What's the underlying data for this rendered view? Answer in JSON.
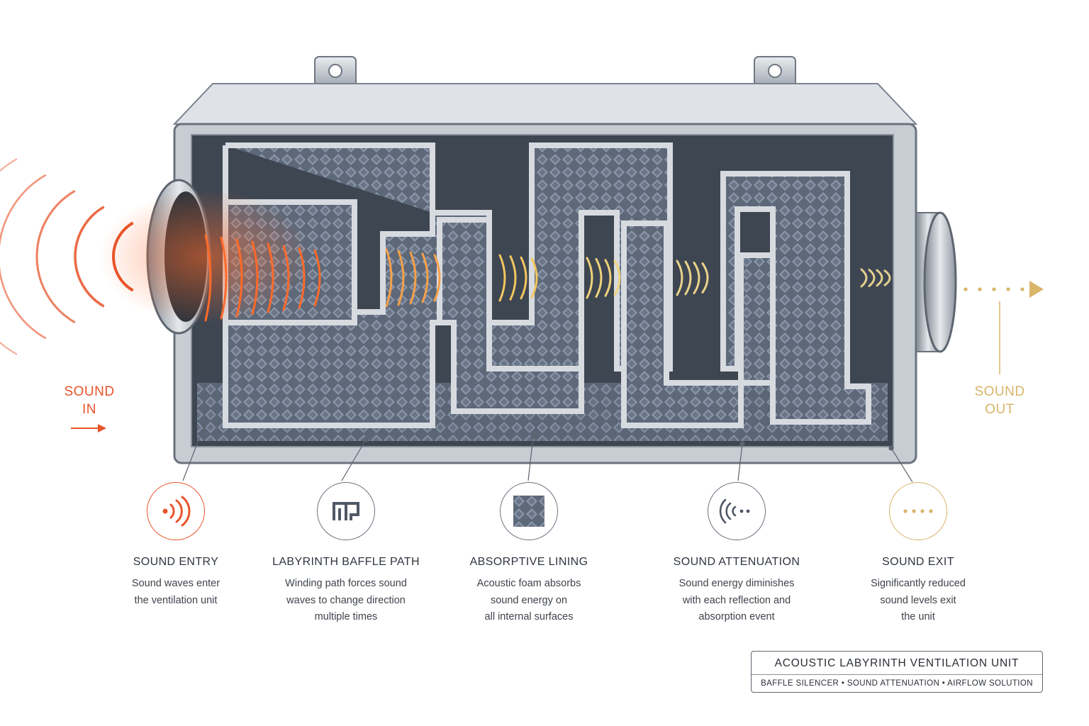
{
  "labels": {
    "sound_in": [
      "SOUND",
      "IN"
    ],
    "sound_out": [
      "SOUND",
      "OUT"
    ]
  },
  "features": [
    {
      "title": "SOUND ENTRY",
      "desc": [
        "Sound waves enter",
        "the ventilation unit"
      ],
      "icon": "sound-waves-icon",
      "color": "#e8552b"
    },
    {
      "title": "LABYRINTH BAFFLE PATH",
      "desc": [
        "Winding path forces sound",
        "waves to change direction",
        "multiple times"
      ],
      "icon": "baffle-path-icon",
      "color": "#4f5866"
    },
    {
      "title": "ABSORPTIVE LINING",
      "desc": [
        "Acoustic foam absorbs",
        "sound energy on",
        "all internal surfaces"
      ],
      "icon": "foam-pattern-icon",
      "color": "#4f5866"
    },
    {
      "title": "SOUND ATTENUATION",
      "desc": [
        "Sound energy diminishes",
        "with each reflection and",
        "absorption event"
      ],
      "icon": "attenuating-waves-icon",
      "color": "#4f5866"
    },
    {
      "title": "SOUND EXIT",
      "desc": [
        "Significantly reduced",
        "sound levels exit",
        "the unit"
      ],
      "icon": "dotted-exit-icon",
      "color": "#d9b56a"
    }
  ],
  "title_box": {
    "title": "ACOUSTIC LABYRINTH VENTILATION UNIT",
    "subtitle": "BAFFLE SILENCER • SOUND ATTENUATION • AIRFLOW SOLUTION"
  },
  "colors": {
    "sound_in": "#e8552b",
    "sound_out": "#d9b56a",
    "foam": "#5c6778",
    "steel": "#c9ced5"
  }
}
